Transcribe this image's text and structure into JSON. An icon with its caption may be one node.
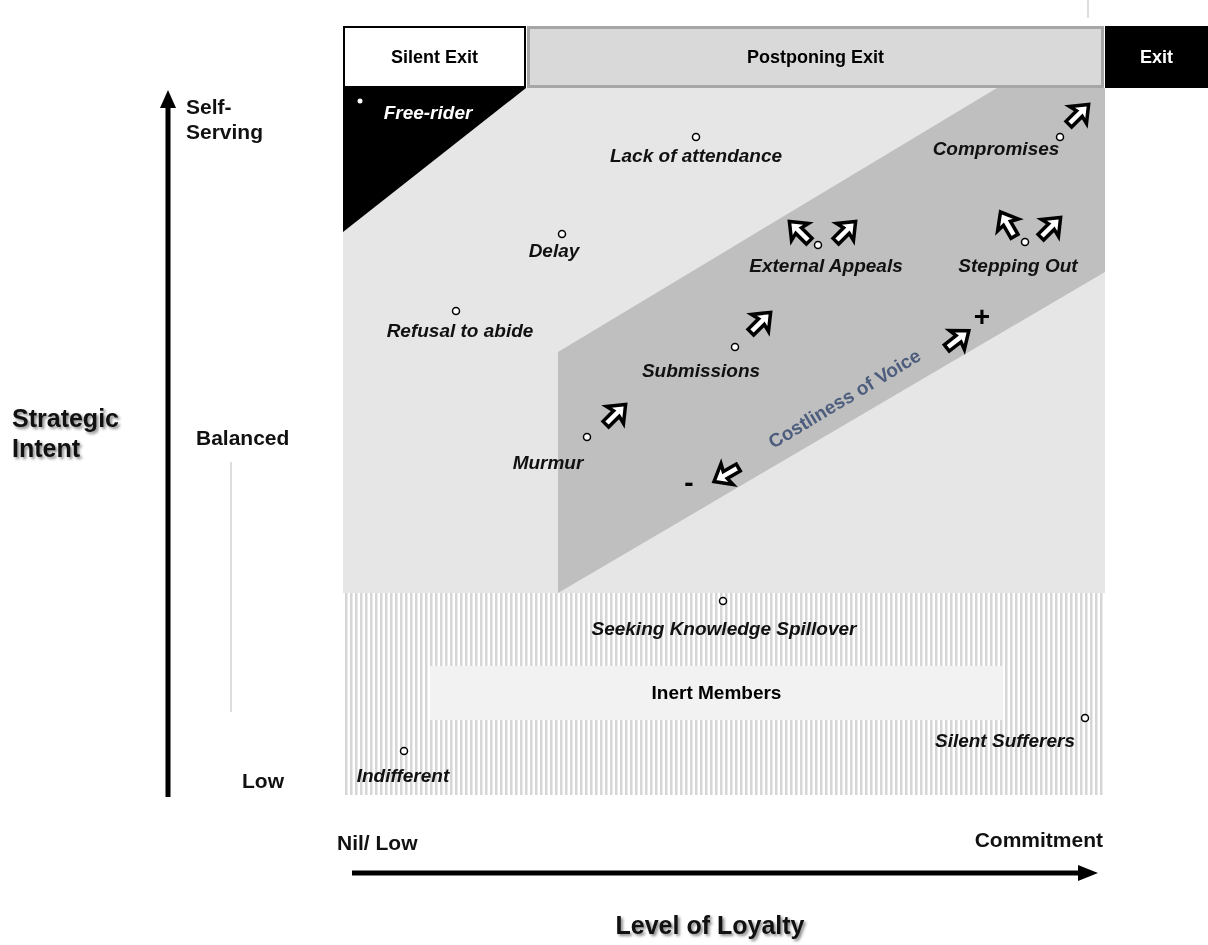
{
  "diagram": {
    "nodes": [
      {
        "text": [
          "Silent Exit"
        ]
      },
      {
        "text": [
          "Postponing Exit"
        ]
      },
      {
        "text": [
          "Exit"
        ]
      },
      {
        "text": [
          "Inert Members"
        ]
      }
    ],
    "labels": [
      "Self- Serving",
      "Free-rider",
      "Lack of attendance",
      "Compromises",
      "Delay",
      "External Appeals",
      "Stepping Out",
      "Refusal to abide",
      "+",
      "Submissions",
      "Costliness of Voice",
      "Strategic Intent",
      "Balanced",
      "Murmur",
      "-",
      "Seeking Knowledge Spillover",
      "Silent Sufferers",
      "Low",
      "Indifferent",
      "Nil/ Low",
      "Commitment",
      "Level of Loyalty"
    ]
  }
}
